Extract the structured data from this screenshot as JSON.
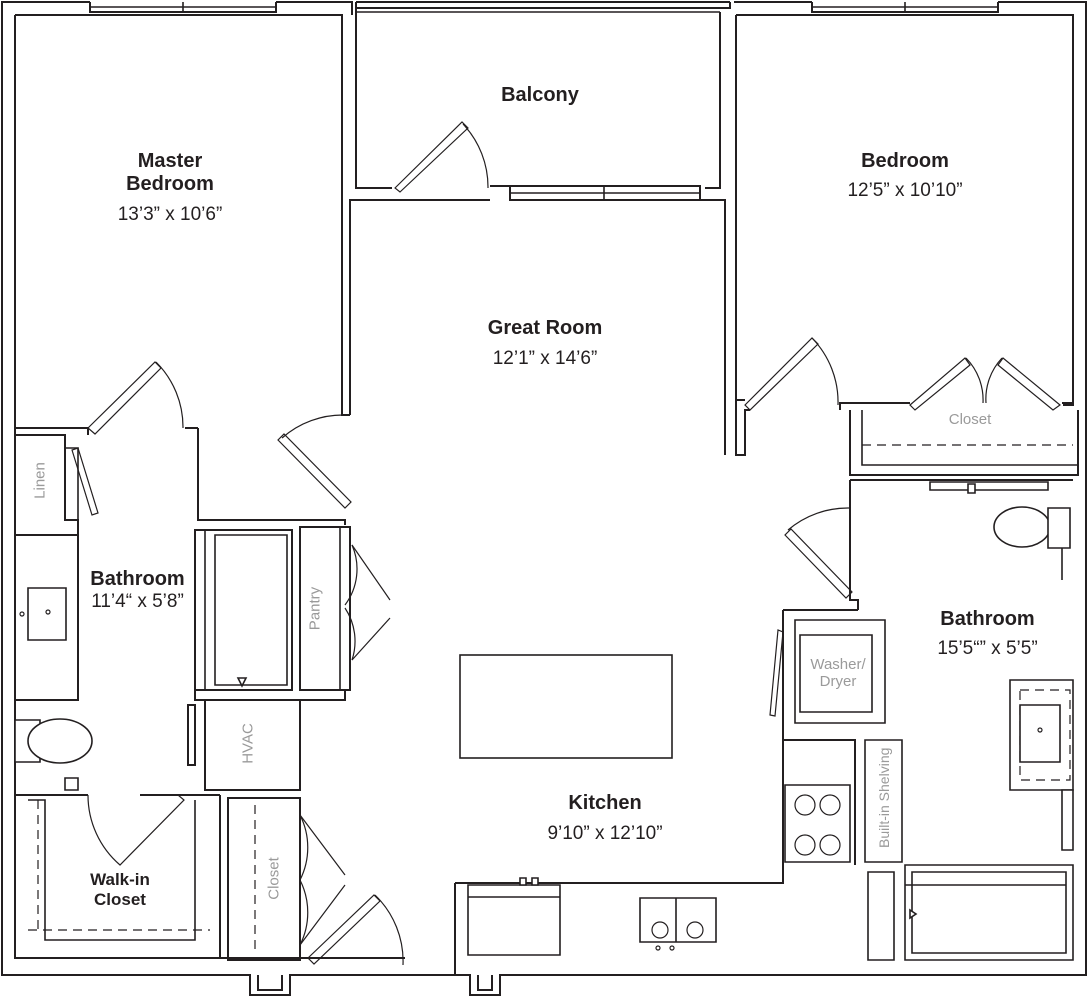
{
  "rooms": {
    "master_bedroom": {
      "name_line1": "Master",
      "name_line2": "Bedroom",
      "dim": "13’3” x 10’6”"
    },
    "balcony": {
      "name": "Balcony"
    },
    "bedroom": {
      "name": "Bedroom",
      "dim": "12’5” x 10’10”"
    },
    "great_room": {
      "name": "Great Room",
      "dim": "12’1” x 14’6”"
    },
    "bathroom_left": {
      "name": "Bathroom",
      "dim": "11’4“ x 5’8”"
    },
    "bathroom_right": {
      "name": "Bathroom",
      "dim": "15’5“” x 5’5”"
    },
    "kitchen": {
      "name": "Kitchen",
      "dim": "9’10” x 12’10”"
    },
    "walkin_closet": {
      "name_line1": "Walk-in",
      "name_line2": "Closet"
    }
  },
  "fixtures": {
    "linen": "Linen",
    "pantry": "Pantry",
    "hvac": "HVAC",
    "closet_top": "Closet",
    "closet_bottom": "Closet",
    "washer_dryer_line1": "Washer/",
    "washer_dryer_line2": "Dryer",
    "built_in_shelving": "Built-in Shelving"
  },
  "colors": {
    "walls": "#231f20",
    "fixture_label": "#9a9a9a",
    "background": "#ffffff"
  }
}
